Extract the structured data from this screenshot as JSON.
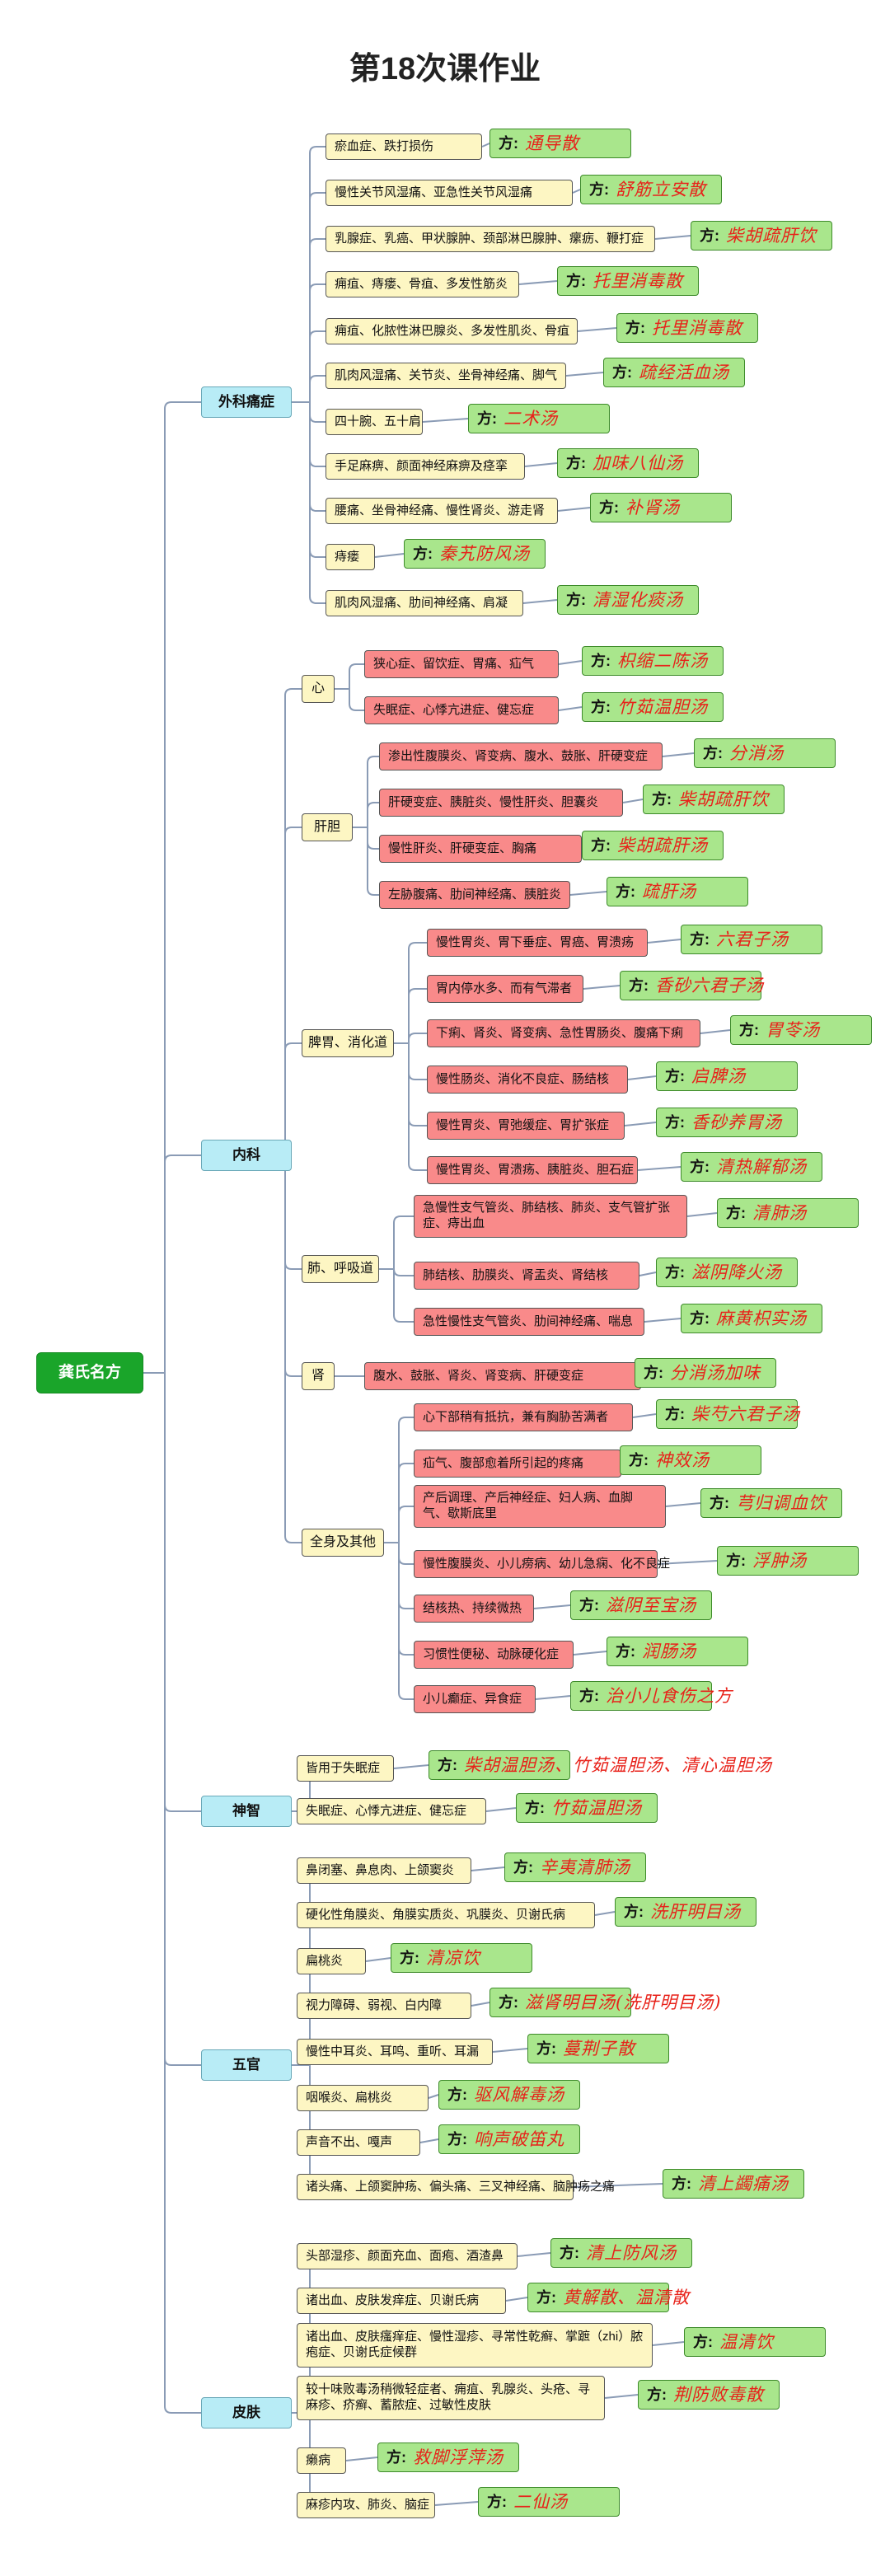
{
  "title": "第18次课作业",
  "root": "龚氏名方",
  "prefix": "方:",
  "categories": [
    {
      "name": "外科痛症",
      "direct": true,
      "items": [
        {
          "cond": "瘀血症、跌打损伤",
          "rx": "通导散"
        },
        {
          "cond": "慢性关节风湿痛、亚急性关节风湿痛",
          "rx": "舒筋立安散"
        },
        {
          "cond": "乳腺症、乳癌、甲状腺肿、颈部淋巴腺肿、瘰疬、鞭打症",
          "rx": "柴胡疏肝饮"
        },
        {
          "cond": "痈疽、痔瘘、骨疽、多发性筋炎",
          "rx": "托里消毒散"
        },
        {
          "cond": "痈疽、化脓性淋巴腺炎、多发性肌炎、骨疽",
          "rx": "托里消毒散"
        },
        {
          "cond": "肌肉风湿痛、关节炎、坐骨神经痛、脚气",
          "rx": "疏经活血汤"
        },
        {
          "cond": "四十腕、五十肩",
          "rx": "二术汤"
        },
        {
          "cond": "手足麻痹、颜面神经麻痹及痉挛",
          "rx": "加味八仙汤"
        },
        {
          "cond": "腰痛、坐骨神经痛、慢性肾炎、游走肾",
          "rx": "补肾汤"
        },
        {
          "cond": "痔瘘",
          "rx": "秦艽防风汤"
        },
        {
          "cond": "肌肉风湿痛、肋间神经痛、肩凝",
          "rx": "清湿化痰汤"
        }
      ]
    },
    {
      "name": "内科",
      "groups": [
        {
          "name": "心",
          "items": [
            {
              "cond": "狭心症、留饮症、胃痛、疝气",
              "rx": "枳缩二陈汤"
            },
            {
              "cond": "失眠症、心悸亢进症、健忘症",
              "rx": "竹茹温胆汤"
            }
          ]
        },
        {
          "name": "肝胆",
          "items": [
            {
              "cond": "渗出性腹膜炎、肾变病、腹水、鼓胀、肝硬变症",
              "rx": "分消汤"
            },
            {
              "cond": "肝硬变症、胰脏炎、慢性肝炎、胆囊炎",
              "rx": "柴胡疏肝饮"
            },
            {
              "cond": "慢性肝炎、肝硬变症、胸痛",
              "rx": "柴胡疏肝汤"
            },
            {
              "cond": "左胁腹痛、肋间神经痛、胰脏炎",
              "rx": "疏肝汤"
            }
          ]
        },
        {
          "name": "脾胃、消化道",
          "items": [
            {
              "cond": "慢性胃炎、胃下垂症、胃癌、胃溃疡",
              "rx": "六君子汤"
            },
            {
              "cond": "胃内停水多、而有气滞者",
              "rx": "香砂六君子汤"
            },
            {
              "cond": "下痢、肾炎、肾变病、急性胃肠炎、腹痛下痢",
              "rx": "胃苓汤"
            },
            {
              "cond": "慢性肠炎、消化不良症、肠结核",
              "rx": "启脾汤"
            },
            {
              "cond": "慢性胃炎、胃弛缓症、胃扩张症",
              "rx": "香砂养胃汤"
            },
            {
              "cond": "慢性胃炎、胃溃疡、胰脏炎、胆石症",
              "rx": "清热解郁汤"
            }
          ]
        },
        {
          "name": "肺、呼吸道",
          "items": [
            {
              "cond": "急慢性支气管炎、肺结核、肺炎、支气管扩张症、痔出血",
              "rx": "清肺汤"
            },
            {
              "cond": "肺结核、肋膜炎、肾盂炎、肾结核",
              "rx": "滋阴降火汤"
            },
            {
              "cond": "急性慢性支气管炎、肋间神经痛、喘息",
              "rx": "麻黄枳实汤"
            }
          ]
        },
        {
          "name": "肾",
          "items": [
            {
              "cond": "腹水、鼓胀、肾炎、肾变病、肝硬变症",
              "rx": "分消汤加味"
            }
          ]
        },
        {
          "name": "全身及其他",
          "items": [
            {
              "cond": "心下部稍有抵抗，兼有胸胁苦满者",
              "rx": "柴芍六君子汤"
            },
            {
              "cond": "疝气、腹部愈着所引起的疼痛",
              "rx": "神效汤"
            },
            {
              "cond": "产后调理、产后神经症、妇人病、血脚气、歇斯底里",
              "rx": "芎归调血饮"
            },
            {
              "cond": "慢性腹膜炎、小儿痨病、幼儿急痫、化不良症",
              "rx": "浮肿汤"
            },
            {
              "cond": "结核热、持续微热",
              "rx": "滋阴至宝汤"
            },
            {
              "cond": "习惯性便秘、动脉硬化症",
              "rx": "润肠汤"
            },
            {
              "cond": "小儿癫症、异食症",
              "rx": "治小儿食伤之方"
            }
          ]
        }
      ]
    },
    {
      "name": "神智",
      "direct": true,
      "items": [
        {
          "cond": "皆用于失眠症",
          "rx": "柴胡温胆汤",
          "extra": "、竹茹温胆汤、清心温胆汤"
        },
        {
          "cond": "失眠症、心悸亢进症、健忘症",
          "rx": "竹茹温胆汤"
        }
      ]
    },
    {
      "name": "五官",
      "direct": true,
      "items": [
        {
          "cond": "鼻闭塞、鼻息肉、上颌窦炎",
          "rx": "辛夷清肺汤"
        },
        {
          "cond": "硬化性角膜炎、角膜实质炎、巩膜炎、贝谢氏病",
          "rx": "洗肝明目汤"
        },
        {
          "cond": "扁桃炎",
          "rx": "清凉饮"
        },
        {
          "cond": "视力障碍、弱视、白内障",
          "rx": "滋肾明目汤",
          "extra": "(洗肝明目汤)"
        },
        {
          "cond": "慢性中耳炎、耳鸣、重听、耳漏",
          "rx": "蔓荆子散"
        },
        {
          "cond": "咽喉炎、扁桃炎",
          "rx": "驱风解毒汤"
        },
        {
          "cond": "声音不出、嘎声",
          "rx": "响声破笛丸"
        },
        {
          "cond": "诸头痛、上颌窦肿疡、偏头痛、三叉神经痛、脑肿疡之痛",
          "rx": "清上蠲痛汤"
        }
      ]
    },
    {
      "name": "皮肤",
      "direct": true,
      "items": [
        {
          "cond": "头部湿疹、颜面充血、面疱、酒渣鼻",
          "rx": "清上防风汤"
        },
        {
          "cond": "诸出血、皮肤发痒症、贝谢氏病",
          "rx": "黄解散、温清散"
        },
        {
          "cond": "诸出血、皮肤瘙痒症、慢性湿疹、寻常性乾癣、掌蹠（zhi）脓疱症、贝谢氏症候群",
          "rx": "温清饮"
        },
        {
          "cond": "较十味败毒汤稍微轻症者、痈疽、乳腺炎、头疮、寻麻疹、疥癣、蓄脓症、过敏性皮肤",
          "rx": "荆防败毒散"
        },
        {
          "cond": "癞病",
          "rx": "救脚浮萍汤"
        },
        {
          "cond": "麻疹内攻、肺炎、脑症",
          "rx": "二仙汤"
        }
      ]
    }
  ]
}
